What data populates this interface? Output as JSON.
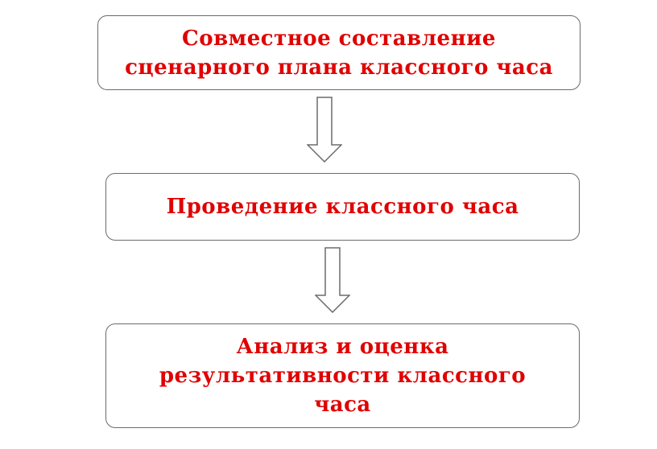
{
  "diagram": {
    "text_color": "#e00000",
    "border_color": "#6b6b6b",
    "arrow_color": "#6b6b6b",
    "steps": [
      {
        "label": "Совместное составление\nсценарного плана классного часа"
      },
      {
        "label": "Проведение классного часа"
      },
      {
        "label": "Анализ и оценка\nрезультативности классного\nчаса"
      }
    ]
  }
}
